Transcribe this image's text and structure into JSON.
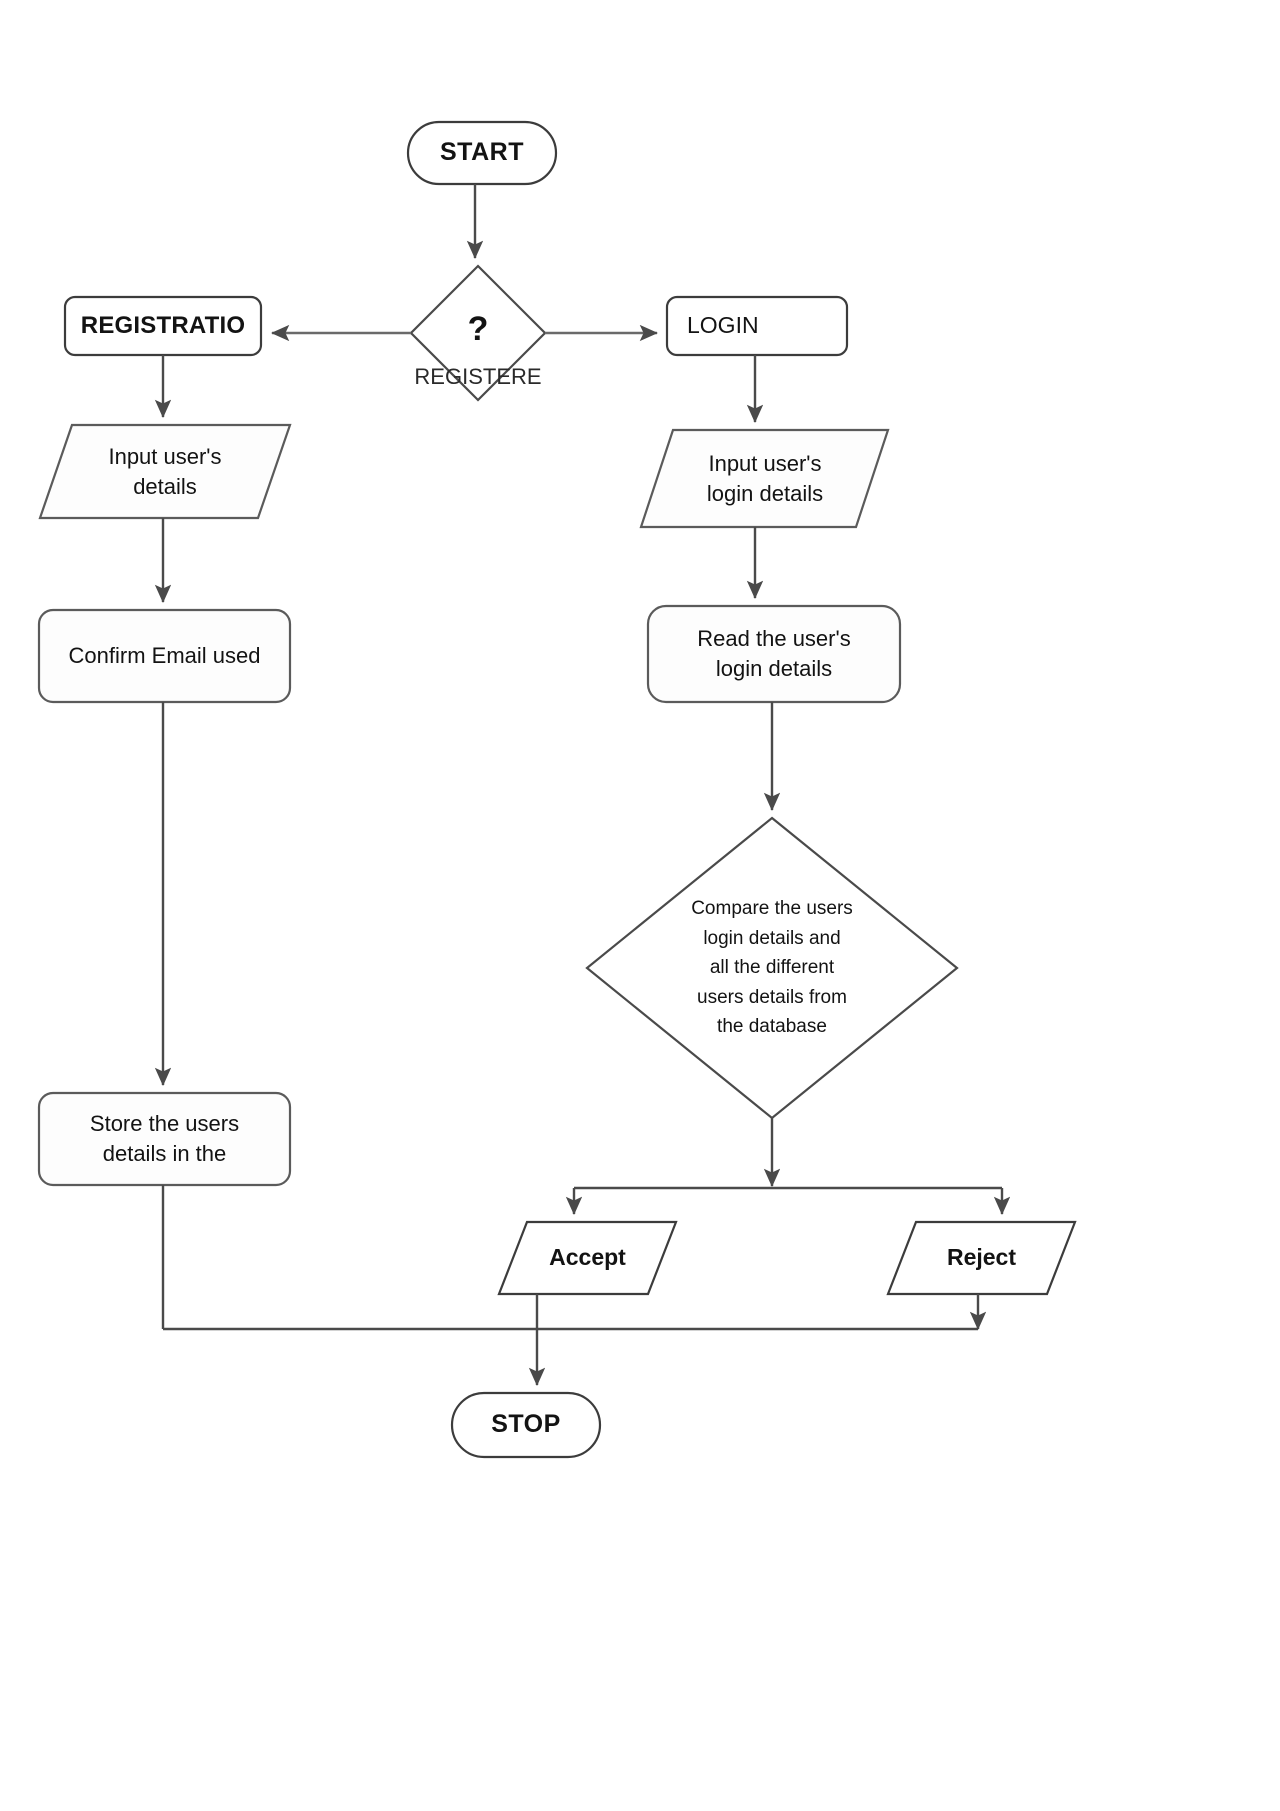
{
  "diagram": {
    "title": "User Registration and Login Flowchart",
    "type": "flowchart",
    "background_color": "#ffffff",
    "stroke_color": "#5b5b5b",
    "text_color": "#131313"
  },
  "nodes": {
    "start": {
      "label": "START",
      "shape": "terminator"
    },
    "decision_registered": {
      "symbol": "?",
      "label": "REGISTERE",
      "shape": "decision"
    },
    "registration": {
      "label": "REGISTRATIO",
      "shape": "process"
    },
    "login": {
      "label": "LOGIN",
      "shape": "process"
    },
    "input_user_details": {
      "label": "Input user's\ndetails",
      "shape": "data"
    },
    "input_login_details": {
      "label": "Input user's\nlogin details",
      "shape": "data"
    },
    "confirm_email": {
      "label": "Confirm Email used",
      "shape": "process"
    },
    "read_login_details": {
      "label": "Read the user's\nlogin details",
      "shape": "process"
    },
    "store_details": {
      "label": "Store the users\ndetails in the",
      "shape": "process"
    },
    "compare_decision": {
      "label": "Compare the users\nlogin details and\nall the different\nusers details from\nthe database",
      "shape": "decision"
    },
    "accept": {
      "label": "Accept",
      "shape": "data"
    },
    "reject": {
      "label": "Reject",
      "shape": "data"
    },
    "stop": {
      "label": "STOP",
      "shape": "terminator"
    }
  },
  "edges": [
    {
      "from": "start",
      "to": "decision_registered",
      "label": ""
    },
    {
      "from": "decision_registered",
      "to": "registration",
      "label": ""
    },
    {
      "from": "decision_registered",
      "to": "login",
      "label": ""
    },
    {
      "from": "registration",
      "to": "input_user_details",
      "label": ""
    },
    {
      "from": "input_user_details",
      "to": "confirm_email",
      "label": ""
    },
    {
      "from": "confirm_email",
      "to": "store_details",
      "label": ""
    },
    {
      "from": "login",
      "to": "input_login_details",
      "label": ""
    },
    {
      "from": "input_login_details",
      "to": "read_login_details",
      "label": ""
    },
    {
      "from": "read_login_details",
      "to": "compare_decision",
      "label": ""
    },
    {
      "from": "compare_decision",
      "to": "accept",
      "label": ""
    },
    {
      "from": "compare_decision",
      "to": "reject",
      "label": ""
    },
    {
      "from": "store_details",
      "to": "stop",
      "label": ""
    },
    {
      "from": "accept",
      "to": "stop",
      "label": ""
    },
    {
      "from": "reject",
      "to": "stop",
      "label": ""
    }
  ]
}
